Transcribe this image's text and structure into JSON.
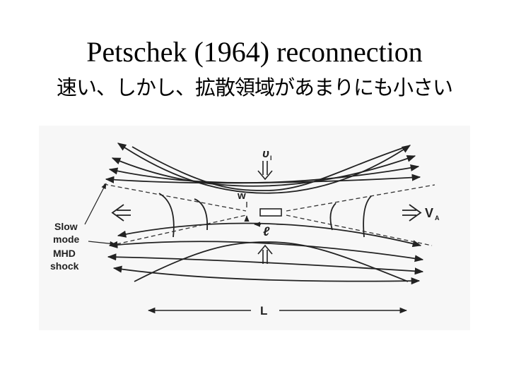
{
  "slide": {
    "title": "Petschek (1964) reconnection",
    "subtitle": "速い、しかし、拡散領域があまりにも小さい"
  },
  "diagram": {
    "labels": {
      "inflow_v": "υ",
      "inflow_sub": "I",
      "w": "w",
      "l": "ℓ",
      "va": "V",
      "va_sub": "A",
      "shock": [
        "Slow",
        "mode",
        "MHD",
        "shock"
      ],
      "L": "L"
    }
  }
}
